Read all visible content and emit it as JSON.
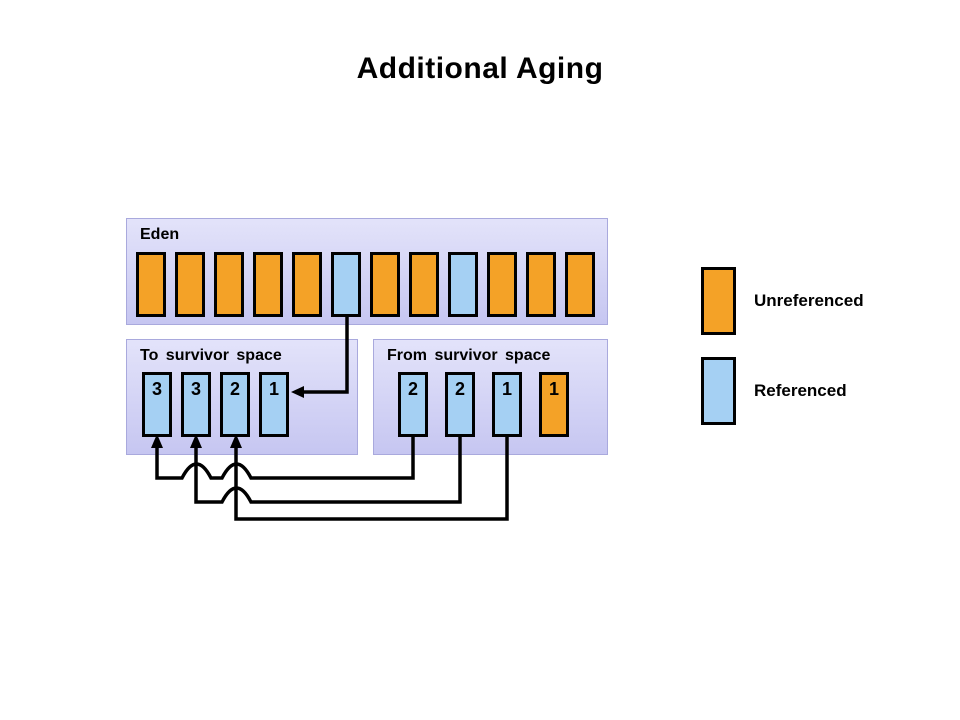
{
  "title": "Additional Aging",
  "eden": {
    "label": "Eden",
    "blocks": [
      {
        "type": "unreferenced"
      },
      {
        "type": "unreferenced"
      },
      {
        "type": "unreferenced"
      },
      {
        "type": "unreferenced"
      },
      {
        "type": "unreferenced"
      },
      {
        "type": "referenced"
      },
      {
        "type": "unreferenced"
      },
      {
        "type": "unreferenced"
      },
      {
        "type": "referenced"
      },
      {
        "type": "unreferenced"
      },
      {
        "type": "unreferenced"
      },
      {
        "type": "unreferenced"
      }
    ]
  },
  "to_survivor": {
    "label": "To survivor space",
    "blocks": [
      {
        "label": "3",
        "type": "referenced"
      },
      {
        "label": "3",
        "type": "referenced"
      },
      {
        "label": "2",
        "type": "referenced"
      },
      {
        "label": "1",
        "type": "referenced"
      }
    ]
  },
  "from_survivor": {
    "label": "From survivor space",
    "blocks": [
      {
        "label": "2",
        "type": "referenced"
      },
      {
        "label": "2",
        "type": "referenced"
      },
      {
        "label": "1",
        "type": "referenced"
      },
      {
        "label": "1",
        "type": "unreferenced"
      }
    ]
  },
  "legend": {
    "items": [
      {
        "label": "Unreferenced",
        "type": "unreferenced"
      },
      {
        "label": "Referenced",
        "type": "referenced"
      }
    ]
  },
  "connections": [
    "eden referenced block copied to to-survivor block age 1",
    "from-survivor age 2 block promoted to to-survivor age 3",
    "from-survivor age 2 block promoted to to-survivor age 3",
    "from-survivor age 1 block promoted to to-survivor age 2"
  ],
  "colors": {
    "unreferenced": "#F4A227",
    "referenced": "#A5D0F3",
    "box_bg_top": "#E3E3FA",
    "box_bg_bottom": "#C6C6F1",
    "box_border": "#A9A9DD",
    "line": "#000000"
  }
}
